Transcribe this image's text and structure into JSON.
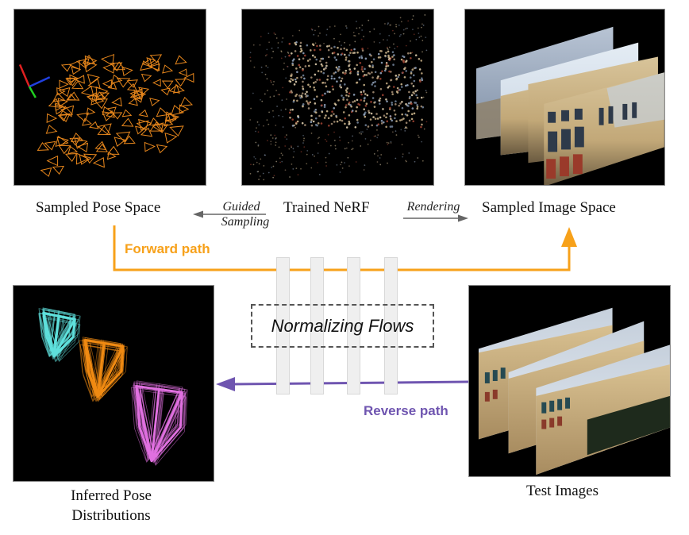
{
  "top_row": {
    "pose_space": {
      "caption": "Sampled Pose Space",
      "image": "orange-camera-frustums-scatter"
    },
    "nerf": {
      "caption": "Trained NeRF",
      "image": "point-cloud-building"
    },
    "image_space": {
      "caption": "Sampled Image Space",
      "image": "stacked-rendered-building-views"
    }
  },
  "connectors": {
    "guided_sampling": {
      "line1": "Guided",
      "line2": "Sampling",
      "direction": "left"
    },
    "rendering": {
      "label": "Rendering",
      "direction": "right"
    }
  },
  "forward_path": {
    "label": "Forward path",
    "color": "#f7a11a"
  },
  "reverse_path": {
    "label": "Reverse path",
    "color": "#6f55b0"
  },
  "normalizing_flows": {
    "label": "Normalizing Flows",
    "layer_count": 4
  },
  "bottom_row": {
    "inferred_poses": {
      "caption_line1": "Inferred Pose",
      "caption_line2": "Distributions",
      "image": "pose-distribution-frustums"
    },
    "test_images": {
      "caption": "Test Images",
      "image": "stacked-test-photos"
    }
  },
  "colors": {
    "pose_orange": "#e8871c",
    "cyan_frustum": "#5ee0dc",
    "orange_frustum": "#f08a12",
    "pink_frustum": "#e070e0",
    "axis_red": "#e02020",
    "axis_green": "#20d020",
    "axis_blue": "#2040e0"
  }
}
